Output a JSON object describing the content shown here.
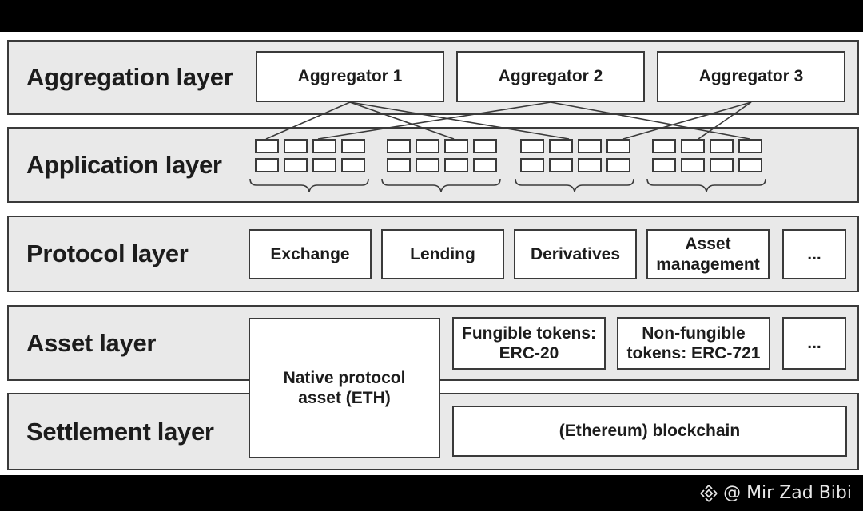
{
  "layers": {
    "aggregation": {
      "label": "Aggregation layer",
      "items": [
        "Aggregator 1",
        "Aggregator 2",
        "Aggregator 3"
      ]
    },
    "application": {
      "label": "Application layer"
    },
    "protocol": {
      "label": "Protocol layer",
      "items": [
        "Exchange",
        "Lending",
        "Derivatives",
        "Asset management",
        "..."
      ]
    },
    "asset": {
      "label": "Asset layer",
      "native": "Native protocol asset (ETH)",
      "items": [
        "Fungible tokens: ERC-20",
        "Non-fungible tokens: ERC-721",
        "..."
      ]
    },
    "settlement": {
      "label": "Settlement layer",
      "items": [
        "(Ethereum) blockchain"
      ]
    }
  },
  "watermark": {
    "text": "@ Mir Zad Bibi",
    "icon": "binance-diamond-icon"
  },
  "colors": {
    "band": "#e9e9e9",
    "stroke": "#3a3a3a",
    "frame": "#000000"
  }
}
